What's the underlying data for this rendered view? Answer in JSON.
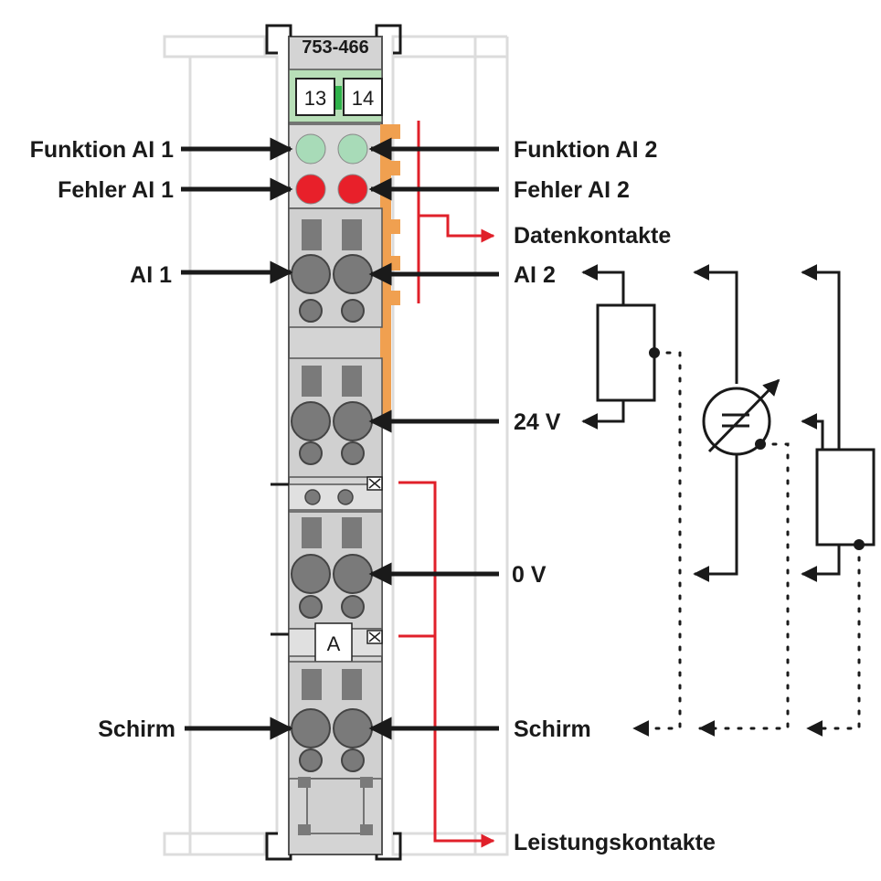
{
  "module": {
    "part_number": "753-466",
    "terminal_left": "13",
    "terminal_right": "14",
    "marker": "A"
  },
  "labels": {
    "funktion_ai1": "Funktion AI 1",
    "funktion_ai2": "Funktion AI 2",
    "fehler_ai1": "Fehler AI 1",
    "fehler_ai2": "Fehler AI 2",
    "datenkontakte": "Datenkontakte",
    "ai1": "AI 1",
    "ai2": "AI 2",
    "v24": "24 V",
    "v0": "0 V",
    "schirm_left": "Schirm",
    "schirm_right": "Schirm",
    "leistungskontakte": "Leistungskontakte"
  },
  "leds": {
    "function_color": "#a8dbb8",
    "error_color": "#e8202a"
  },
  "colors": {
    "module_body": "#d4d4d4",
    "terminal_hole": "#7a7a7a",
    "green_header": "#b8dfb8",
    "orange_contacts": "#f0a050",
    "red_lines": "#e0202a",
    "arrows": "#1a1a1a"
  }
}
